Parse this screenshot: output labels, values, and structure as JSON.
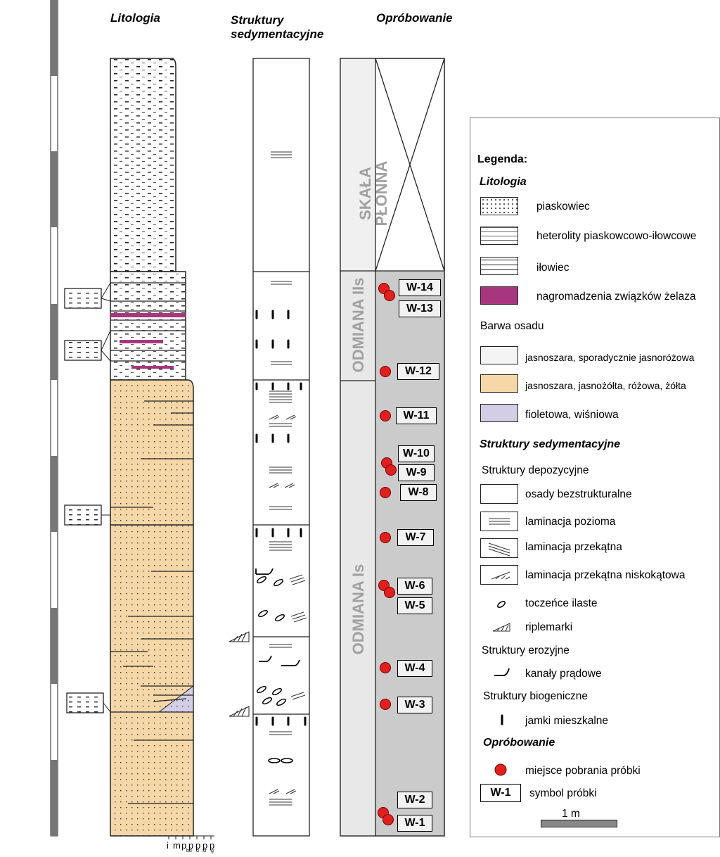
{
  "headers": {
    "lithology": "Litologia",
    "structures_line1": "Struktury",
    "structures_line2": "sedymentacyjne",
    "sampling": "Opróbowanie"
  },
  "zones": {
    "waste": "SKAŁA PŁONNA",
    "waste_line1": "SKAŁA",
    "waste_line2": "PŁONNA",
    "variety2": "ODMIANA IIs",
    "variety1": "ODMIANA Is"
  },
  "samples": [
    {
      "label": "W-14"
    },
    {
      "label": "W-13"
    },
    {
      "label": "W-12"
    },
    {
      "label": "W-11"
    },
    {
      "label": "W-10"
    },
    {
      "label": "W-9"
    },
    {
      "label": "W-8"
    },
    {
      "label": "W-7"
    },
    {
      "label": "W-6"
    },
    {
      "label": "W-5"
    },
    {
      "label": "W-4"
    },
    {
      "label": "W-3"
    },
    {
      "label": "W-2"
    },
    {
      "label": "W-1"
    }
  ],
  "grain_scale": {
    "labels": [
      "i",
      "m",
      "p",
      "p",
      "p",
      "p",
      "p"
    ],
    "subs": [
      "",
      "",
      "",
      "bd",
      "d",
      "śr",
      "g"
    ]
  },
  "legend": {
    "title": "Legenda:",
    "lithology_title": "Litologia",
    "sandstone": "piaskowiec",
    "heterolith": "heterolity piaskowcowo-iłowcowe",
    "claystone": "iłowiec",
    "iron": "nagromadzenia związków żelaza",
    "color_title": "Barwa osadu",
    "color_light": "jasnoszara, sporadycznie jasnoróżowa",
    "color_yellow": "jasnoszara, jasnożółta, różowa, żółta",
    "color_violet": "fioletowa, wiśniowa",
    "structures_title": "Struktury sedymentacyjne",
    "depositional_title": "Struktury depozycyjne",
    "structureless": "osady bezstrukturalne",
    "horizontal": "laminacja pozioma",
    "cross": "laminacja przekątna",
    "low_angle": "laminacja przekątna niskokątowa",
    "clasts": "toczeńce ilaste",
    "ripples": "riplemarki",
    "erosional_title": "Struktury erozyjne",
    "channels": "kanały prądowe",
    "biogenic_title": "Struktury biogeniczne",
    "burrows": "jamki mieszkalne",
    "sampling_title": "Opróbowanie",
    "sample_site": "miejsce pobrania próbki",
    "sample_symbol": "symbol próbki",
    "sample_tag": "W-1",
    "scale_label": "1 m"
  },
  "colors": {
    "yellow": "#f5d7a8",
    "violet": "#d4cde6",
    "light": "#f4f4f4",
    "iron": "#a8367f",
    "zone_gray": "#cbcbcb",
    "zone_label": "#a0a0a0",
    "dot_red": "#e0201e"
  }
}
